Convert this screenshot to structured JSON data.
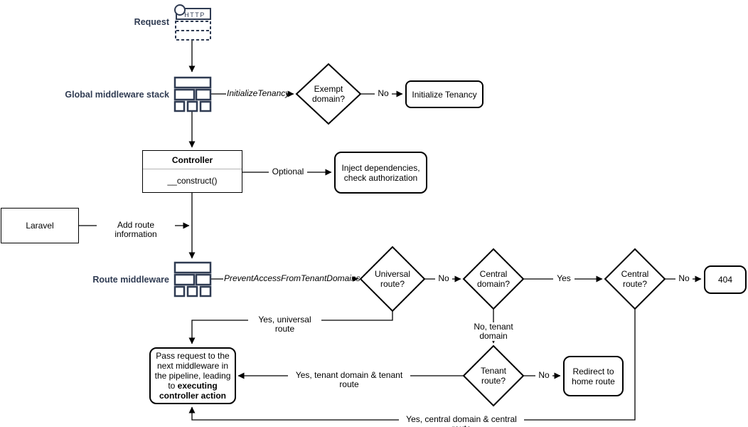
{
  "colors": {
    "accent": "#2F3B52",
    "stroke": "#000000",
    "background": "#ffffff"
  },
  "icons": {
    "request": "http-request-icon",
    "global_middleware": "middleware-stack-icon",
    "route_middleware": "middleware-stack-icon"
  },
  "nodes": {
    "request": {
      "label": "Request",
      "http": "HTTP"
    },
    "global_middleware": {
      "label": "Global middleware stack"
    },
    "exempt_domain": {
      "label": "Exempt\ndomain?"
    },
    "initialize_tenancy": {
      "label": "Initialize Tenancy"
    },
    "controller": {
      "title": "Controller",
      "method": "__construct()"
    },
    "inject": {
      "label": "Inject dependencies,\ncheck authorization"
    },
    "laravel": {
      "label": "Laravel"
    },
    "route_middleware": {
      "label": "Route middleware"
    },
    "universal_route": {
      "label": "Universal\nroute?"
    },
    "central_domain": {
      "label": "Central\ndomain?"
    },
    "central_route": {
      "label": "Central\nroute?"
    },
    "not_found": {
      "label": "404"
    },
    "tenant_route": {
      "label": "Tenant\nroute?"
    },
    "redirect_home": {
      "label": "Redirect to\nhome route"
    },
    "pass_request": {
      "text_normal": "Pass request to the next middleware in the pipeline, leading to ",
      "text_bold": "executing controller action"
    }
  },
  "edges": {
    "initialize_tenancy_middleware": "InitializeTenancy",
    "exempt_no": "No",
    "optional": "Optional",
    "add_route_info": "Add route information",
    "prevent_access": "PreventAccessFromTenantDomains",
    "universal_no": "No",
    "central_domain_yes": "Yes",
    "central_route_no": "No",
    "yes_universal_route": "Yes, universal route",
    "no_tenant_domain": "No, tenant domain",
    "yes_tenant_route": "Yes, tenant domain & tenant route",
    "tenant_no": "No",
    "yes_central_route": "Yes, central domain & central route"
  }
}
